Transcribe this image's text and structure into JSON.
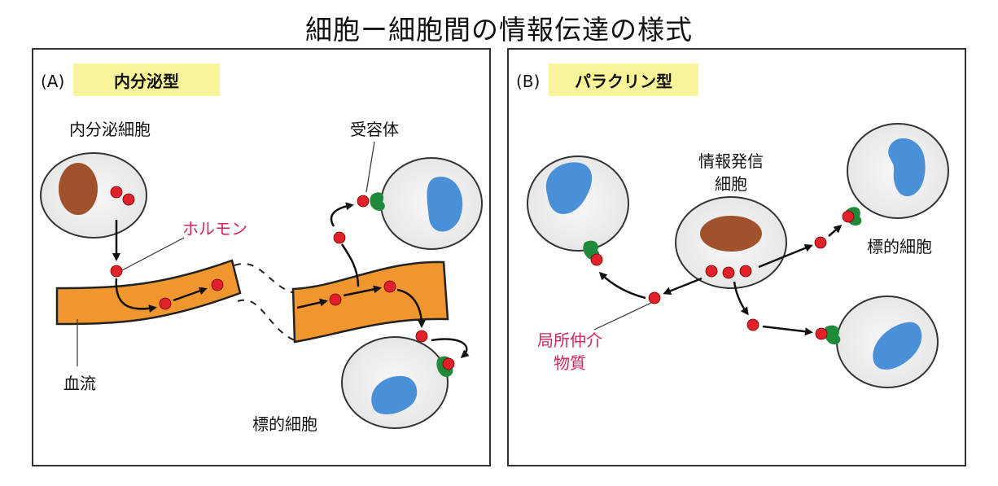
{
  "title": "細胞ー細胞間の情報伝達の様式",
  "panel_a": {
    "letter": "(A)",
    "type_label": "内分泌型",
    "secreting_cell_label": "内分泌細胞",
    "hormone_label": "ホルモン",
    "receptor_label": "受容体",
    "bloodstream_label": "血流",
    "target_cell_label": "標的細胞"
  },
  "panel_b": {
    "letter": "(B)",
    "type_label": "パラクリン型",
    "signaling_cell_label_line1": "情報発信",
    "signaling_cell_label_line2": "細胞",
    "target_cell_label": "標的細胞",
    "mediator_label_line1": "局所仲介",
    "mediator_label_line2": "物質"
  },
  "colors": {
    "nucleus_brown": "#a0522d",
    "nucleus_blue": "#4a90d9",
    "signal_red": "#e0202a",
    "receptor_green": "#1f8a3a",
    "blood_orange": "#f0962e",
    "label_highlight": "#f8f49a",
    "accent_label_red": "#d0265a"
  }
}
